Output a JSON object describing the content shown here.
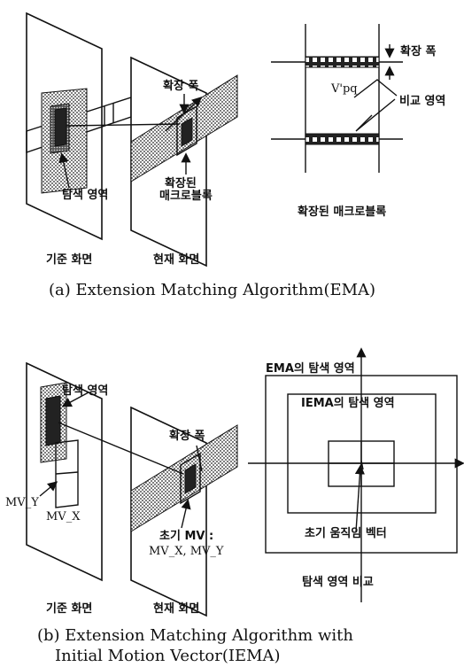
{
  "top": {
    "search_area": "탐색 영역",
    "ext_width": "확장 폭",
    "ext_macroblock": [
      "확장된",
      "매크로블록"
    ],
    "vpq": "V'pq",
    "compare_area": "비교 영역",
    "ext_macroblock_caption": "확장된 매크로블록",
    "reference_frame": "기준 화면",
    "current_frame": "현재 화면",
    "caption": "(a) Extension Matching Algorithm(EMA)"
  },
  "bottom": {
    "search_area": "탐색 영역",
    "ext_width": "확장 폭",
    "mv_y": "MV_Y",
    "mv_x": "MV_X",
    "initial_mv": [
      "초기 MV :",
      "MV_X, MV_Y"
    ],
    "ema_search_area": "EMA의 탐색 영역",
    "iema_search_area": "IEMA의 탐색 영역",
    "initial_motion_vector": "초기 움직임 벡터",
    "search_area_compare": "탐색 영역 비교",
    "reference_frame": "기준 화면",
    "current_frame": "현재 화면",
    "caption": [
      "(b) Extension Matching Algorithm with",
      "Initial Motion Vector(IEMA)"
    ]
  }
}
